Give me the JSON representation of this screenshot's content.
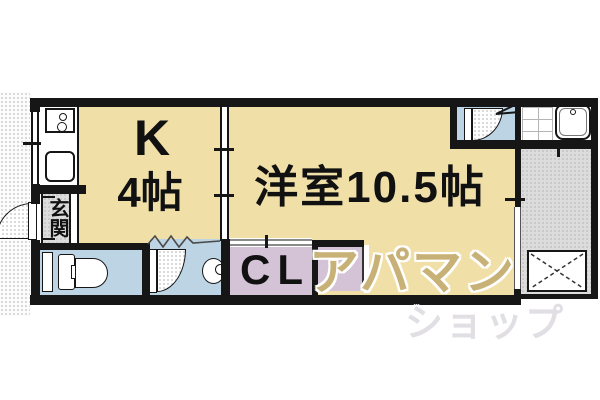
{
  "floorplan": {
    "type": "apartment-floor-plan",
    "rooms": {
      "kitchen": {
        "name": "K",
        "size": "4帖"
      },
      "western_room": {
        "label": "洋室10.5帖"
      },
      "closet": {
        "label": "CL"
      },
      "entrance": {
        "label": "玄関"
      }
    },
    "watermark": {
      "line1": "アパマン",
      "line2": "ショップ"
    },
    "fixtures": [
      "gas-stove",
      "kitchen-sink",
      "toilet",
      "wash-basin",
      "bathtub",
      "bathroom-tile-floor",
      "washing-machine-pan",
      "balcony",
      "entrance-door",
      "washroom-door",
      "bathroom-door",
      "sliding-partition",
      "closet-sliding-door",
      "window"
    ],
    "colors": {
      "floor_tan": "#F0E0A8",
      "wet_area_blue": "#BCD4E4",
      "closet_purple": "#D4C2D6",
      "service_gray": "#DCDCDC",
      "wall_black": "#161616",
      "watermark_on_floor": "#C8B176",
      "watermark_on_white": "#E2DFE4"
    }
  }
}
